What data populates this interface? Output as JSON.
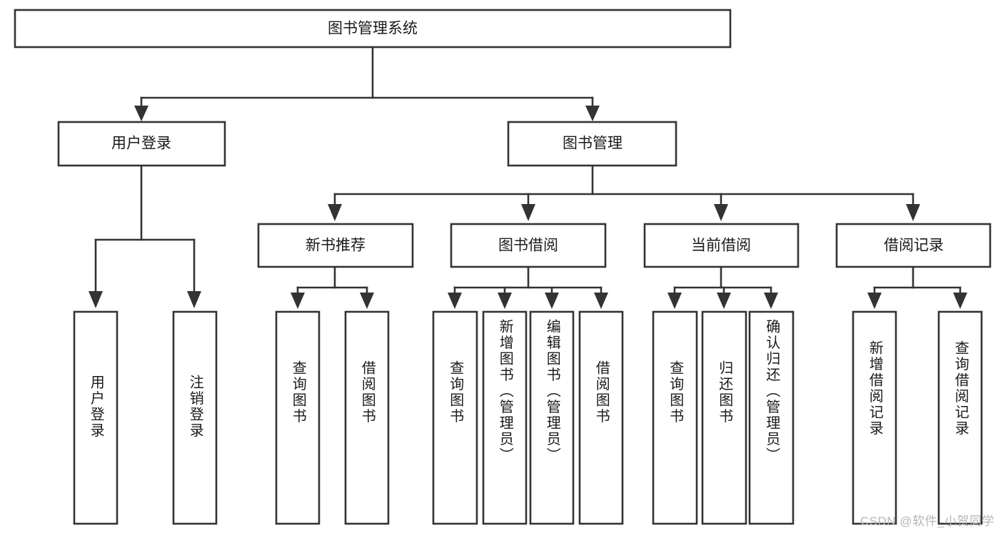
{
  "diagram": {
    "type": "tree-hierarchy",
    "title": "图书管理系统",
    "root": {
      "id": "root",
      "label": "图书管理系统",
      "orientation": "horizontal"
    },
    "level2": [
      {
        "id": "user-login",
        "label": "用户登录",
        "orientation": "horizontal"
      },
      {
        "id": "book-manage",
        "label": "图书管理",
        "orientation": "horizontal"
      }
    ],
    "level3": [
      {
        "id": "new-book-recommend",
        "label": "新书推荐",
        "parent": "book-manage",
        "orientation": "horizontal"
      },
      {
        "id": "book-borrow",
        "label": "图书借阅",
        "parent": "book-manage",
        "orientation": "horizontal"
      },
      {
        "id": "current-borrow",
        "label": "当前借阅",
        "parent": "book-manage",
        "orientation": "horizontal"
      },
      {
        "id": "borrow-record",
        "label": "借阅记录",
        "parent": "book-manage",
        "orientation": "horizontal"
      }
    ],
    "leaves": [
      {
        "id": "leaf-user-login",
        "label": "用户登录",
        "parent": "user-login",
        "orientation": "vertical"
      },
      {
        "id": "leaf-logout-login",
        "label": "注销登录",
        "parent": "user-login",
        "orientation": "vertical"
      },
      {
        "id": "leaf-query-book-1",
        "label": "查询图书",
        "parent": "new-book-recommend",
        "orientation": "vertical"
      },
      {
        "id": "leaf-borrow-book-1",
        "label": "借阅图书",
        "parent": "new-book-recommend",
        "orientation": "vertical"
      },
      {
        "id": "leaf-query-book-2",
        "label": "查询图书",
        "parent": "book-borrow",
        "orientation": "vertical"
      },
      {
        "id": "leaf-add-book",
        "label": "新增图书（管理员）",
        "parent": "book-borrow",
        "orientation": "vertical"
      },
      {
        "id": "leaf-edit-book",
        "label": "编辑图书（管理员）",
        "parent": "book-borrow",
        "orientation": "vertical"
      },
      {
        "id": "leaf-borrow-book-2",
        "label": "借阅图书",
        "parent": "book-borrow",
        "orientation": "vertical"
      },
      {
        "id": "leaf-query-book-3",
        "label": "查询图书",
        "parent": "current-borrow",
        "orientation": "vertical"
      },
      {
        "id": "leaf-return-book",
        "label": "归还图书",
        "parent": "current-borrow",
        "orientation": "vertical"
      },
      {
        "id": "leaf-confirm-return",
        "label": "确认归还（管理员）",
        "parent": "current-borrow",
        "orientation": "vertical"
      },
      {
        "id": "leaf-add-record",
        "label": "新增借阅记录",
        "parent": "borrow-record",
        "orientation": "vertical"
      },
      {
        "id": "leaf-query-record",
        "label": "查询借阅记录",
        "parent": "borrow-record",
        "orientation": "vertical"
      }
    ],
    "colors": {
      "box_stroke": "#333333",
      "box_fill": "#ffffff",
      "text": "#1a1a1a",
      "background": "#ffffff",
      "watermark": "#b6b6b6"
    }
  },
  "watermark": {
    "text": "CSDN @软件_小贺同学"
  }
}
